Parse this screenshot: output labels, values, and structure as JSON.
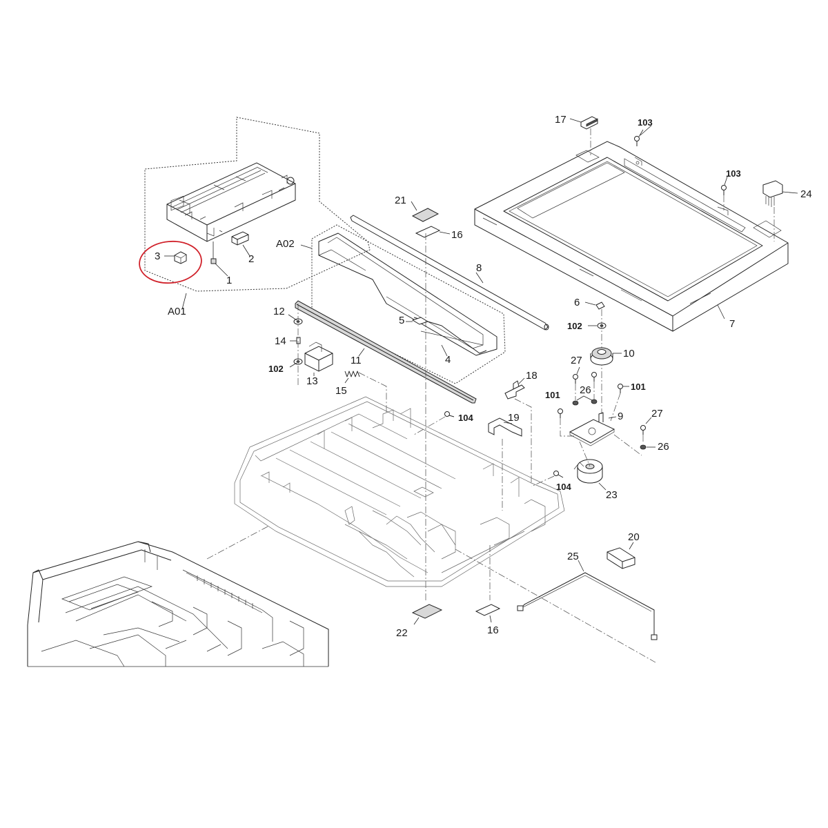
{
  "diagram": {
    "highlight_color": "#d0212a",
    "callouts": [
      {
        "id": "A01",
        "label": "A01"
      },
      {
        "id": "A02",
        "label": "A02"
      },
      {
        "id": "p1",
        "label": "1"
      },
      {
        "id": "p2",
        "label": "2"
      },
      {
        "id": "p3",
        "label": "3"
      },
      {
        "id": "p4",
        "label": "4"
      },
      {
        "id": "p5",
        "label": "5"
      },
      {
        "id": "p6",
        "label": "6"
      },
      {
        "id": "p7",
        "label": "7"
      },
      {
        "id": "p8",
        "label": "8"
      },
      {
        "id": "p9",
        "label": "9"
      },
      {
        "id": "p10",
        "label": "10"
      },
      {
        "id": "p11",
        "label": "11"
      },
      {
        "id": "p12",
        "label": "12"
      },
      {
        "id": "p13",
        "label": "13"
      },
      {
        "id": "p14",
        "label": "14"
      },
      {
        "id": "p15",
        "label": "15"
      },
      {
        "id": "p16a",
        "label": "16"
      },
      {
        "id": "p16b",
        "label": "16"
      },
      {
        "id": "p17",
        "label": "17"
      },
      {
        "id": "p18",
        "label": "18"
      },
      {
        "id": "p19",
        "label": "19"
      },
      {
        "id": "p20",
        "label": "20"
      },
      {
        "id": "p21",
        "label": "21"
      },
      {
        "id": "p22",
        "label": "22"
      },
      {
        "id": "p23",
        "label": "23"
      },
      {
        "id": "p24",
        "label": "24"
      },
      {
        "id": "p25",
        "label": "25"
      },
      {
        "id": "p26a",
        "label": "26"
      },
      {
        "id": "p26b",
        "label": "26"
      },
      {
        "id": "p27a",
        "label": "27"
      },
      {
        "id": "p27b",
        "label": "27"
      },
      {
        "id": "s101a",
        "label": "101"
      },
      {
        "id": "s101b",
        "label": "101"
      },
      {
        "id": "s102a",
        "label": "102"
      },
      {
        "id": "s102b",
        "label": "102"
      },
      {
        "id": "s103a",
        "label": "103"
      },
      {
        "id": "s103b",
        "label": "103"
      },
      {
        "id": "s104a",
        "label": "104"
      },
      {
        "id": "s104b",
        "label": "104"
      }
    ]
  }
}
